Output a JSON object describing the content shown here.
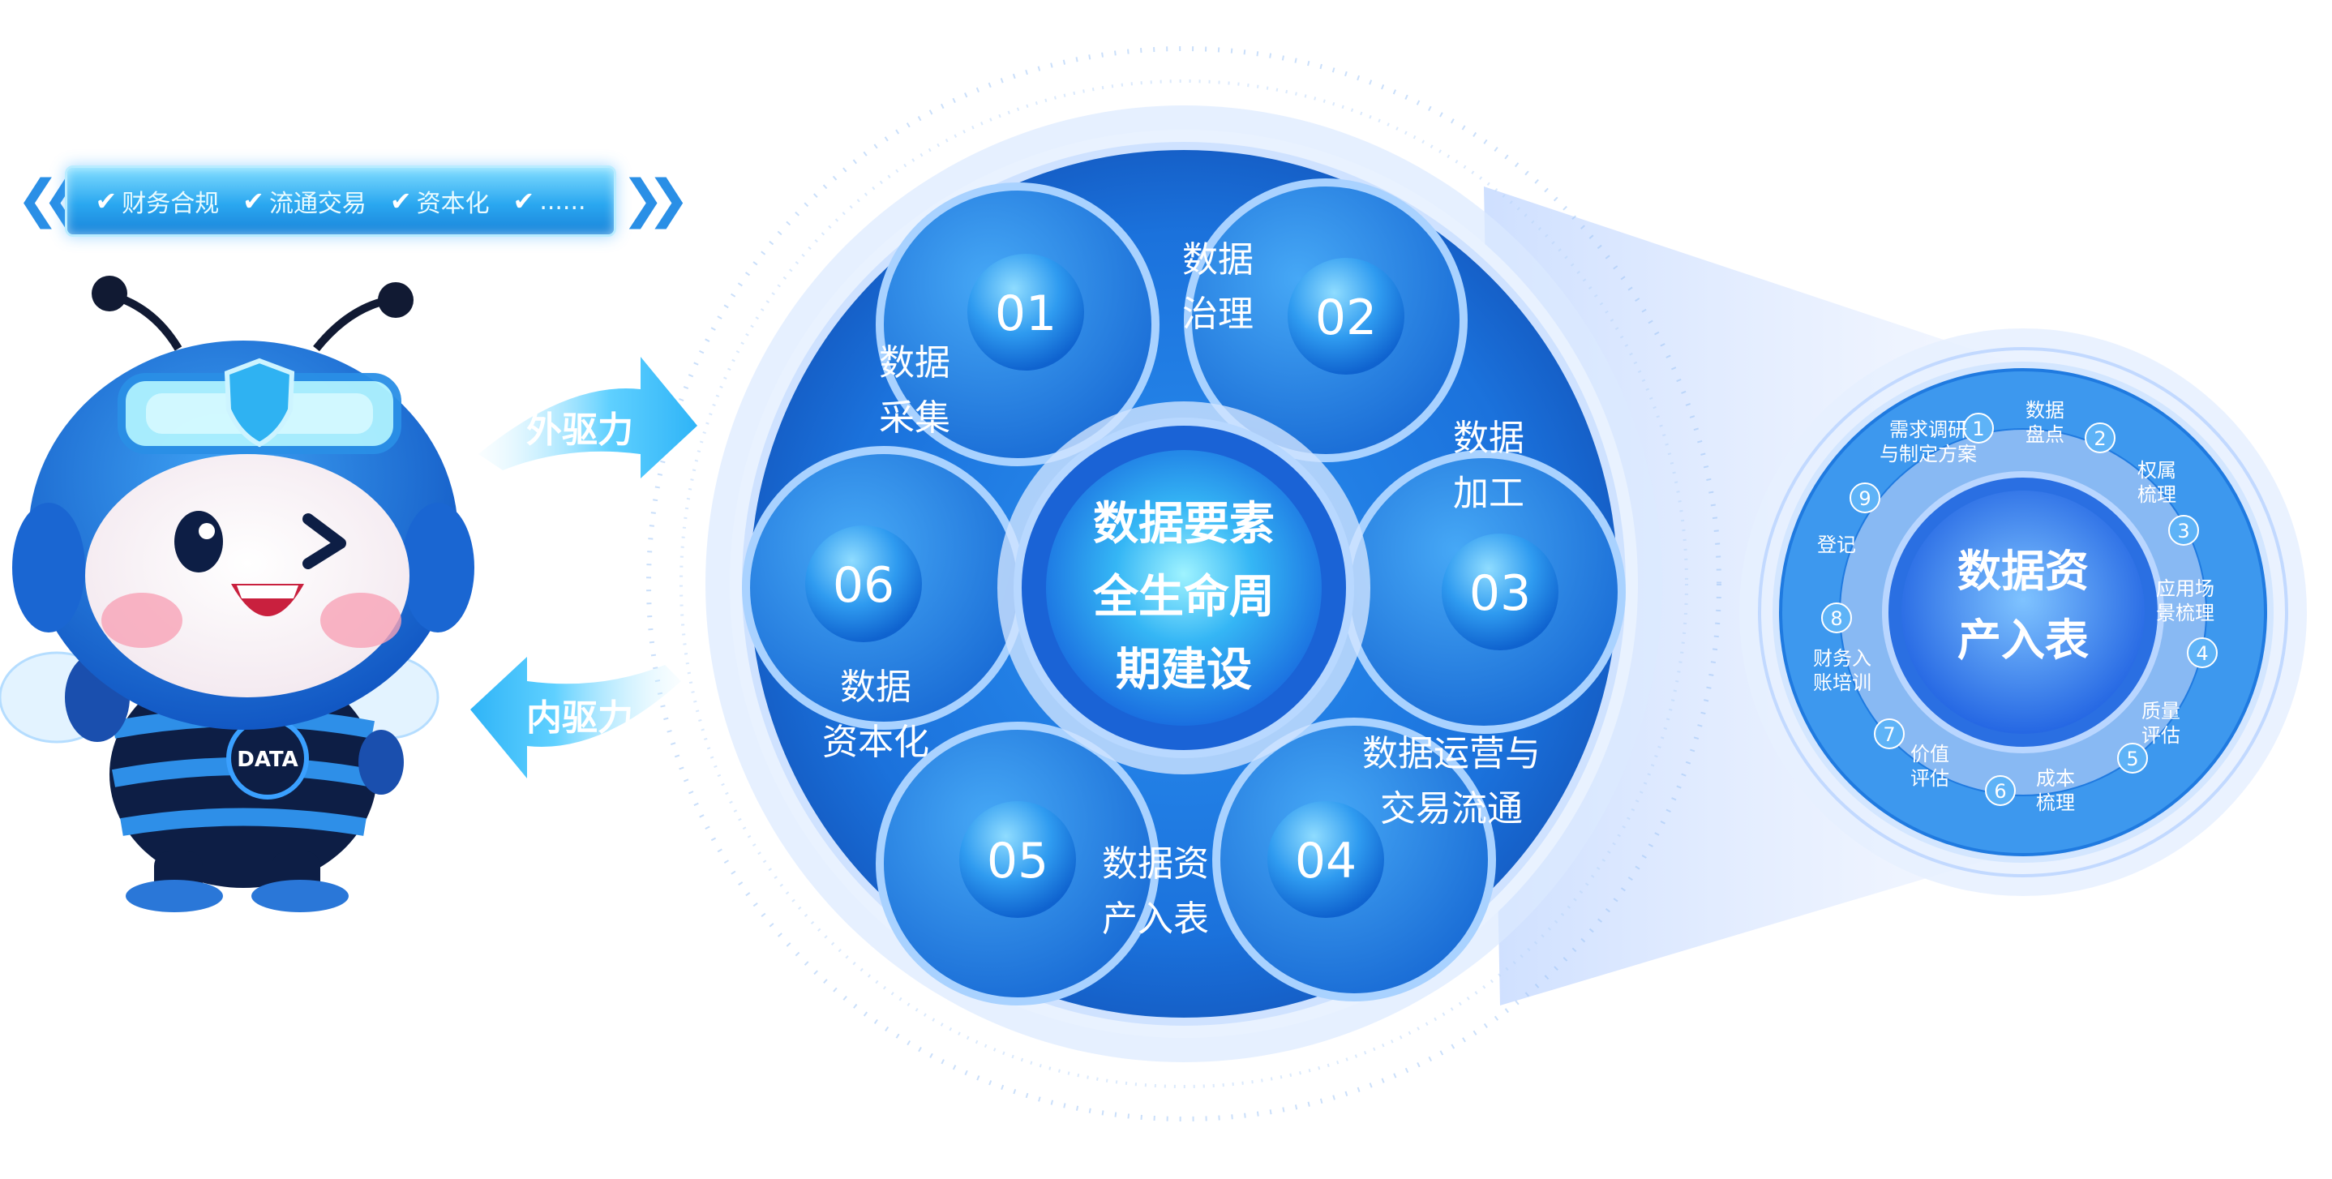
{
  "banner": {
    "items": [
      "财务合规",
      "流通交易",
      "资本化",
      "......"
    ]
  },
  "drivers": {
    "external": "外驱力",
    "internal": "内驱力"
  },
  "mascot": {
    "badge_text": "DATA"
  },
  "lifecycle": {
    "center_lines": [
      "数据要素",
      "全生命周",
      "期建设"
    ],
    "stages": [
      {
        "num": "01",
        "lines": [
          "数据",
          "采集"
        ]
      },
      {
        "num": "02",
        "lines": [
          "数据",
          "治理"
        ]
      },
      {
        "num": "03",
        "lines": [
          "数据",
          "加工"
        ]
      },
      {
        "num": "04",
        "lines": [
          "数据运营与",
          "交易流通"
        ]
      },
      {
        "num": "05",
        "lines": [
          "数据资",
          "产入表"
        ]
      },
      {
        "num": "06",
        "lines": [
          "数据",
          "资本化"
        ]
      }
    ]
  },
  "asset_table": {
    "center_lines": [
      "数据资",
      "产入表"
    ],
    "steps": [
      {
        "num": "1",
        "lines": [
          "需求调研",
          "与制定方案"
        ]
      },
      {
        "num": "2",
        "lines": [
          "数据",
          "盘点"
        ]
      },
      {
        "num": "3",
        "lines": [
          "权属",
          "梳理"
        ]
      },
      {
        "num": "4",
        "lines": [
          "应用场",
          "景梳理"
        ]
      },
      {
        "num": "5",
        "lines": [
          "质量",
          "评估"
        ]
      },
      {
        "num": "6",
        "lines": [
          "成本",
          "梳理"
        ]
      },
      {
        "num": "7",
        "lines": [
          "价值",
          "评估"
        ]
      },
      {
        "num": "8",
        "lines": [
          "财务入",
          "账培训"
        ]
      },
      {
        "num": "9",
        "lines": [
          "登记"
        ]
      }
    ]
  },
  "colors": {
    "primary": "#1f7fe0",
    "deep": "#0f5fcf",
    "light": "#8fd3ff",
    "glow": "#cfe6ff"
  }
}
